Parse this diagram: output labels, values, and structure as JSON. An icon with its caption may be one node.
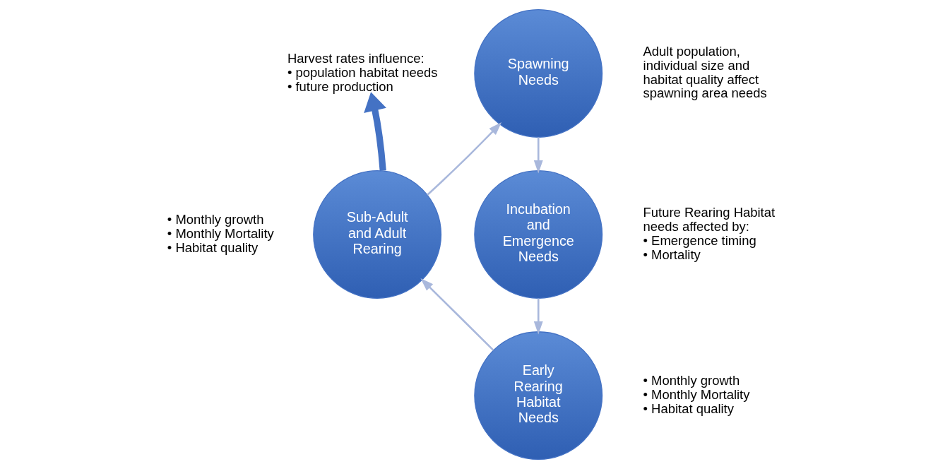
{
  "diagram": {
    "nodes": [
      {
        "text": [
          "Spawning Needs"
        ],
        "beside": [
          "Adult population, individual size and habitat quality affect spawning area needs"
        ]
      },
      {
        "text": [
          "Incubation and Emergence Needs"
        ],
        "beside": [
          "Future Rearing Habitat needs affected by:",
          "• Emergence timing",
          "• Mortality"
        ]
      },
      {
        "text": [
          "Early Rearing Habitat Needs"
        ],
        "beside": [
          "• Monthly growth",
          "• Monthly Mortality",
          "• Habitat quality"
        ]
      },
      {
        "text": [
          "Sub-Adult and Adult Rearing"
        ],
        "beside": [
          "• Monthly growth",
          "• Monthly Mortality",
          "• Habitat quality"
        ]
      },
      {
        "text": [
          "Harvest rates influence:",
          "• population habitat needs",
          "• future production"
        ]
      }
    ],
    "edges": [
      {
        "from": 0,
        "to": 1,
        "arrow": "to"
      },
      {
        "from": 1,
        "to": 2,
        "arrow": "to"
      },
      {
        "from": 2,
        "to": 3,
        "arrow": "to"
      },
      {
        "from": 3,
        "to": 0,
        "arrow": "to"
      },
      {
        "from": 3,
        "to": 4,
        "arrow": "to",
        "style": "thick",
        "color": "#4472c4"
      }
    ]
  }
}
